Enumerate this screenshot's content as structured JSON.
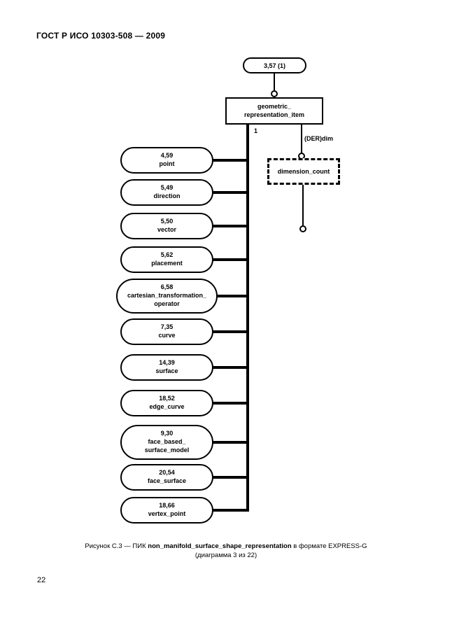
{
  "page": {
    "header": "ГОСТ Р ИСО 10303-508 — 2009",
    "page_number": "22"
  },
  "diagram": {
    "top_oval": {
      "label": "3,57 (1)"
    },
    "entity_box": {
      "line1": "geometric_",
      "line2": "representation_item"
    },
    "trunk_label": "1",
    "der_label": "(DER)dim",
    "dashed_box": {
      "label": "dimension_count"
    },
    "ovals": [
      {
        "num": "4,59",
        "name1": "point"
      },
      {
        "num": "5,49",
        "name1": "direction"
      },
      {
        "num": "5,50",
        "name1": "vector"
      },
      {
        "num": "5,62",
        "name1": "placement"
      },
      {
        "num": "6,58",
        "name1": "cartesian_transformation_",
        "name2": "operator"
      },
      {
        "num": "7,35",
        "name1": "curve"
      },
      {
        "num": "14,39",
        "name1": "surface"
      },
      {
        "num": "18,52",
        "name1": "edge_curve"
      },
      {
        "num": "9,30",
        "name1": "face_based_",
        "name2": "surface_model"
      },
      {
        "num": "20,54",
        "name1": "face_surface"
      },
      {
        "num": "18,66",
        "name1": "vertex_point"
      }
    ]
  },
  "caption": {
    "prefix": "Рисунок С.3 — ПИК ",
    "entity": "non_manifold_surface_shape_representation",
    "suffix": " в формате EXPRESS-G",
    "line2": "(диаграмма 3 из 22)"
  }
}
